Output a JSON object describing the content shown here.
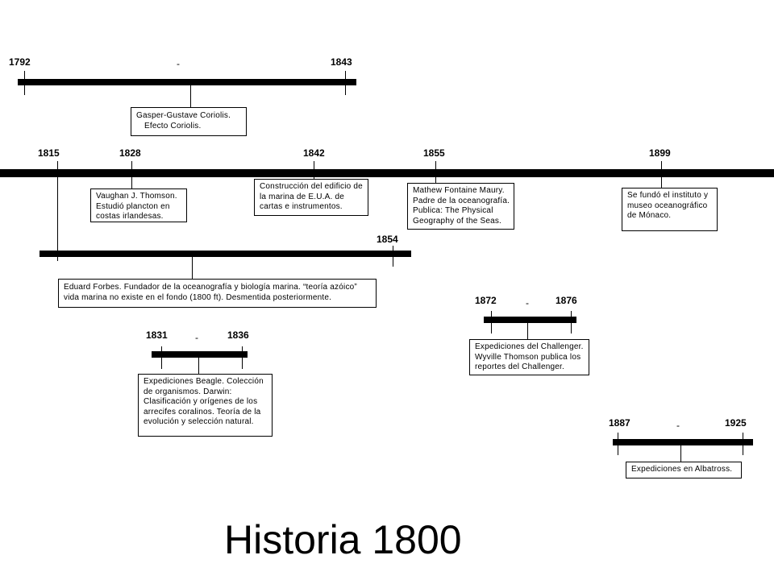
{
  "title": "Historia 1800",
  "timelines": {
    "coriolis": {
      "start": "1792",
      "sep": "-",
      "end": "1843",
      "lines": [
        "Gasper-Gustave Coriolis.",
        "Efecto Coriolis."
      ]
    },
    "main": {
      "years": [
        "1815",
        "1828",
        "1842",
        "1855",
        "1899"
      ],
      "thomson": [
        "Vaughan J. Thomson.",
        "Estudió plancton en",
        "costas irlandesas."
      ],
      "edificio": [
        "Construcción del edificio de",
        "la marina de E.U.A. de",
        "cartas e instrumentos."
      ],
      "maury": [
        "Mathew Fontaine Maury.",
        "Padre de la oceanografía.",
        "Publica: The Physical",
        "Geography of the Seas."
      ],
      "monaco": [
        "Se fundó el instituto y",
        "museo oceanográfico",
        "de Mónaco."
      ]
    },
    "forbes": {
      "end": "1854",
      "lines": [
        "Eduard Forbes. Fundador de la oceanografía y biología marina. “teoría azóico”",
        "vida marina no existe en el fondo (1800 ft). Desmentida posteriormente."
      ]
    },
    "beagle": {
      "start": "1831",
      "sep": "-",
      "end": "1836",
      "lines": [
        "Expediciones Beagle. Colección",
        "de organismos. Darwin:",
        "Clasificación y orígenes de los",
        "arrecifes coralinos. Teoría de la",
        "evolución y selección natural."
      ]
    },
    "challenger": {
      "start": "1872",
      "sep": "-",
      "end": "1876",
      "lines": [
        "Expediciones del Challenger.",
        "Wyville Thomson publica los",
        "reportes del Challenger."
      ]
    },
    "albatross": {
      "start": "1887",
      "sep": "-",
      "end": "1925",
      "lines": [
        "Expediciones en Albatross."
      ]
    }
  }
}
